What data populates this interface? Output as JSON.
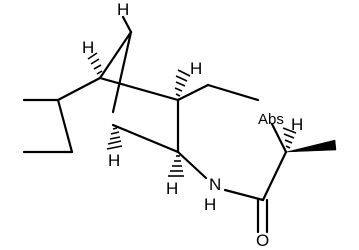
{
  "molecule": {
    "atom_labels": {
      "h_bridge": "H",
      "h_upper_left": "H",
      "h_upper_right": "H",
      "h_lower_left": "H",
      "h_lower_right": "H",
      "h_methyl_stereo": "H",
      "nitrogen": "N",
      "nitrogen_h": "H",
      "oxygen_abs": "Abs",
      "carbonyl_o": "O"
    },
    "colors": {
      "bond": "#000000",
      "background": "#ffffff"
    }
  }
}
